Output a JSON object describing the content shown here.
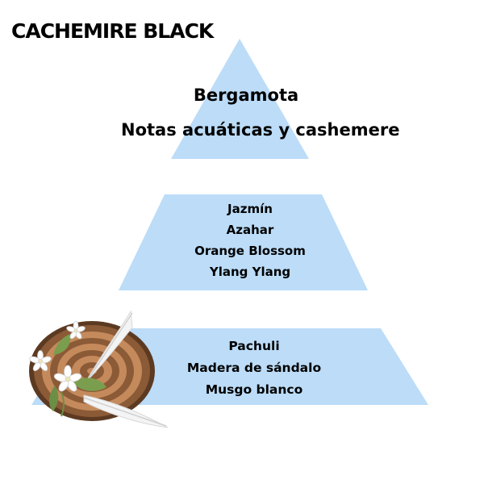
{
  "title": "CACHEMIRE BLACK",
  "colors": {
    "pyramid_fill": "#bcdcf8",
    "text": "#000000",
    "wood_dark": "#5c3a22",
    "wood_light": "#c58a5c"
  },
  "tiers": [
    {
      "level": "top",
      "notes": [
        "Bergamota",
        "Notas acuáticas y cashemere"
      ]
    },
    {
      "level": "heart",
      "notes": [
        "Jazmín",
        "Azahar",
        "Orange Blossom",
        "Ylang Ylang"
      ]
    },
    {
      "level": "base",
      "notes": [
        "Pachuli",
        "Madera de sándalo",
        "Musgo blanco"
      ]
    }
  ],
  "decoration": {
    "icons": [
      "wood-slice-icon",
      "feather-icon",
      "jasmine-flower-icon",
      "leaf-icon"
    ]
  }
}
